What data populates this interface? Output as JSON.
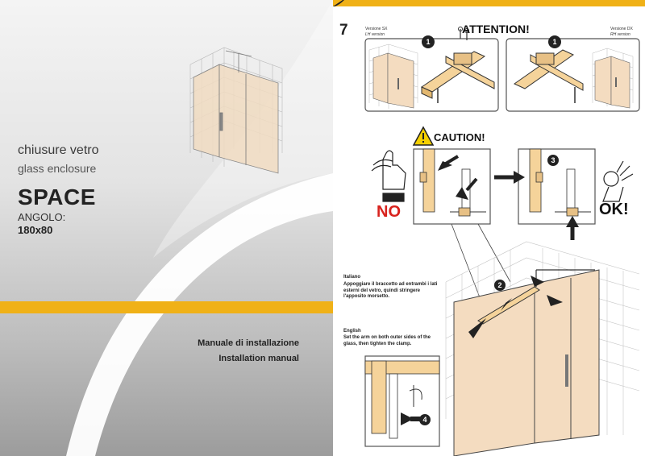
{
  "cover": {
    "title": "chiusure vetro",
    "subtitle": "glass enclosure",
    "product_name": "SPACE",
    "model": "ANGOLO:",
    "size": "180x80",
    "manual_it": "Manuale di installazione",
    "manual_en": "Installation manual"
  },
  "instructions": {
    "step_number": "7",
    "attention": "ATTENTION!",
    "version_left_it": "Versione SX",
    "version_left_en": "LH version",
    "version_right_it": "Versione DX",
    "version_right_en": "RH version",
    "caution": "CAUTION!",
    "no_label": "NO",
    "ok_label": "OK!",
    "callouts": [
      "1",
      "1",
      "2",
      "3",
      "4"
    ],
    "italian_title": "Italiano",
    "italian_text": "Appoggiare il braccetto ad entrambi i lati esterni del vetro, quindi stringere l'apposito morsetto.",
    "english_title": "English",
    "english_text": "Set the arm on both outer sides of the glass, then tighten the clamp."
  },
  "colors": {
    "accent_yellow": "#f0b117",
    "glass_tint": "#f4dcc0",
    "warning_red": "#d8221d"
  }
}
